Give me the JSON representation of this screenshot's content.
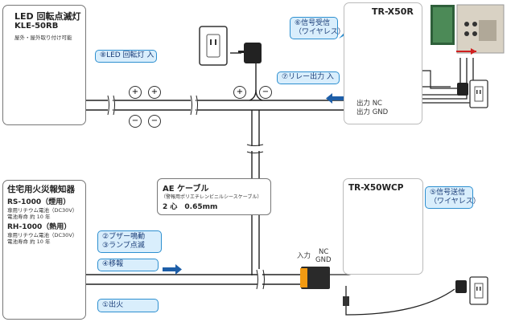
{
  "colors": {
    "tag_fill": "#d9eefc",
    "tag_border": "#2d8fd0",
    "tag_text": "#1a3d78",
    "wire": "#222222",
    "arrow": "#1d5ea8"
  },
  "icons": [
    "plus-icon",
    "minus-icon",
    "wireless-signal-icon",
    "power-outlet-icon",
    "ac-adapter-icon",
    "arrow-right-icon",
    "fire-icon"
  ],
  "led_lamp": {
    "title": "LED 回転点滅灯",
    "model": "KLE-50RB",
    "note": "屋外・屋外取り付け可能"
  },
  "smoke_alarm": {
    "title": "住宅用火災報知器",
    "rs_model": "RS-1000（煙用）",
    "rs_battery": "専用リチウム電池（DC30V）",
    "rs_life": "電池寿命 約 10 年",
    "rh_model": "RH-1000（熱用）",
    "rh_battery": "専用リチウム電池（DC30V）",
    "rh_life": "電池寿命 約 10 年"
  },
  "cable": {
    "title": "AE ケーブル",
    "subtitle": "（警報用ポリエチレンビニルシースケーブル）",
    "spec": "2 心　0.65mm"
  },
  "receiver": {
    "model": "TR-X50R",
    "out_nc": "出力 NC",
    "out_gnd": "出力 GND"
  },
  "transmitter": {
    "model": "TR-X50WCP",
    "in_label": "入力",
    "nc": "NC",
    "gnd": "GND"
  },
  "steps": {
    "s1": "①出火",
    "s2": "②ブザー鳴動",
    "s3": "③ランプ点滅",
    "s4": "④移報",
    "s5a": "⑤信号送信",
    "s5b": "（ワイヤレス）",
    "s6a": "⑥信号受信",
    "s6b": "（ワイヤレス）",
    "s7": "⑦リレー出力 入",
    "s8": "⑧LED 回転灯 入"
  },
  "signs": {
    "plus": "+",
    "minus": "−"
  }
}
